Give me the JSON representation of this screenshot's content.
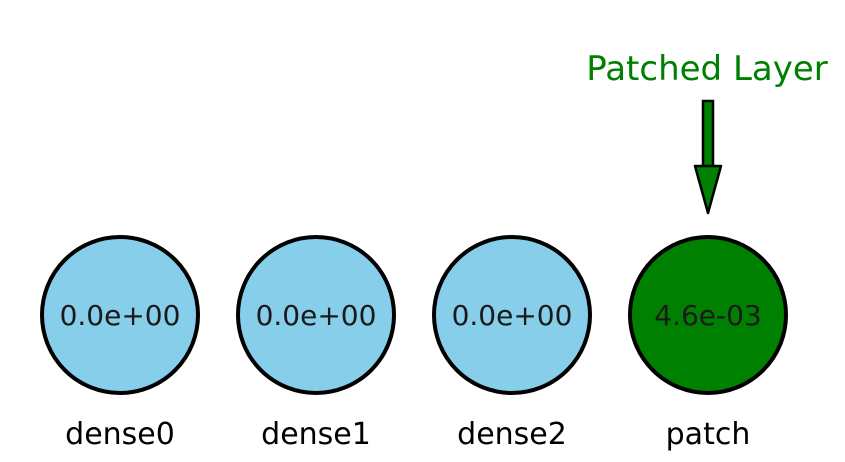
{
  "colors": {
    "normal_fill": "#87ceeb",
    "patched_fill": "#008000",
    "outline": "#000000",
    "annotation": "#008000"
  },
  "annotation": {
    "text": "Patched Layer",
    "target_layer": "patch"
  },
  "layers": [
    {
      "name": "dense0",
      "value": "0.0e+00",
      "patched": false
    },
    {
      "name": "dense1",
      "value": "0.0e+00",
      "patched": false
    },
    {
      "name": "dense2",
      "value": "0.0e+00",
      "patched": false
    },
    {
      "name": "patch",
      "value": "4.6e-03",
      "patched": true
    }
  ]
}
